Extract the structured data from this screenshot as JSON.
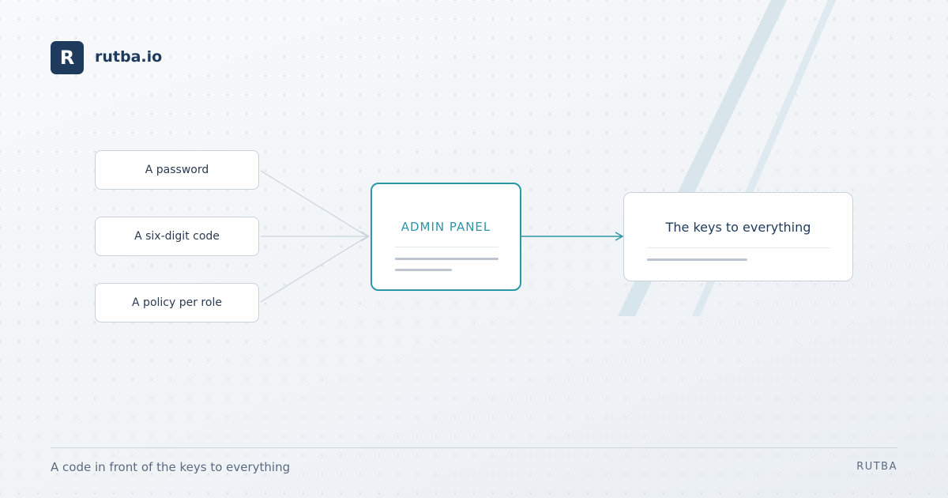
{
  "brand": {
    "logo_letter": "R",
    "name": "rutba.io"
  },
  "diagram": {
    "inputs": [
      {
        "label": "A password"
      },
      {
        "label": "A six-digit code"
      },
      {
        "label": "A policy per role"
      }
    ],
    "center": {
      "title": "ADMIN PANEL"
    },
    "output": {
      "title": "The keys to everything"
    }
  },
  "footer": {
    "tagline": "A code in front of the keys to everything",
    "brand": "RUTBA"
  },
  "colors": {
    "accent": "#2a97a6",
    "navy": "#1e3a5c",
    "border": "#c8d1dc",
    "muted_text": "#5b6b7f"
  }
}
